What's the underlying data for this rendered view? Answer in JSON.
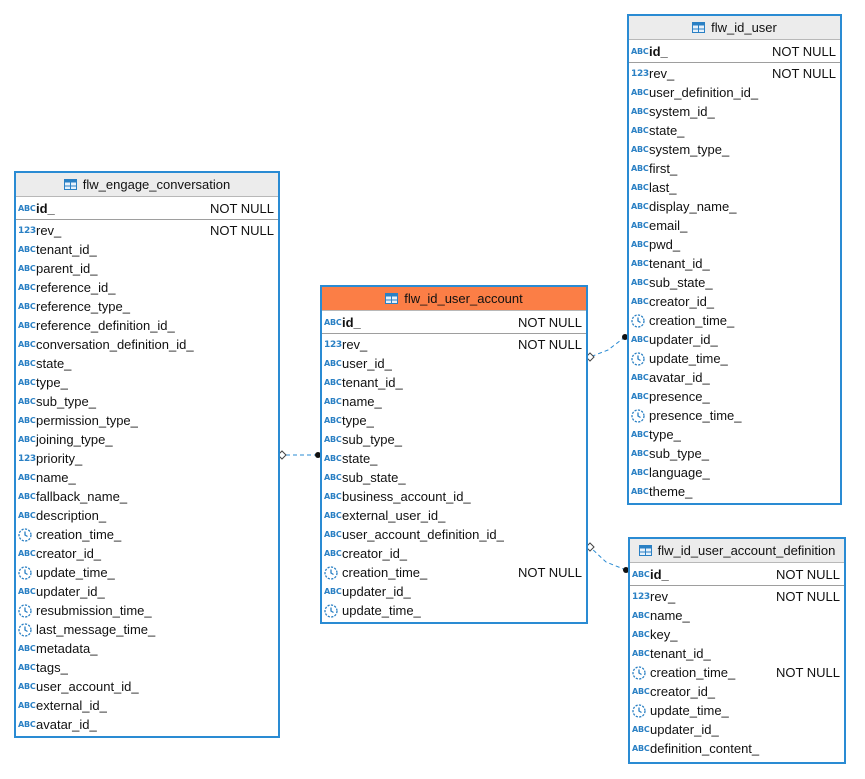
{
  "colors": {
    "border": "#2a8bd3",
    "header": "#ececec",
    "highlight": "#fb7e46",
    "icon": "#2a80c4"
  },
  "entities": [
    {
      "key": "conversation",
      "name": "flw_engage_conversation",
      "highlighted": false,
      "fields": [
        {
          "name": "id_",
          "type": "text",
          "pk": true,
          "constraint": "NOT NULL"
        },
        {
          "name": "rev_",
          "type": "number",
          "constraint": "NOT NULL"
        },
        {
          "name": "tenant_id_",
          "type": "text"
        },
        {
          "name": "parent_id_",
          "type": "text"
        },
        {
          "name": "reference_id_",
          "type": "text"
        },
        {
          "name": "reference_type_",
          "type": "text"
        },
        {
          "name": "reference_definition_id_",
          "type": "text"
        },
        {
          "name": "conversation_definition_id_",
          "type": "text"
        },
        {
          "name": "state_",
          "type": "text"
        },
        {
          "name": "type_",
          "type": "text"
        },
        {
          "name": "sub_type_",
          "type": "text"
        },
        {
          "name": "permission_type_",
          "type": "text"
        },
        {
          "name": "joining_type_",
          "type": "text"
        },
        {
          "name": "priority_",
          "type": "number"
        },
        {
          "name": "name_",
          "type": "text"
        },
        {
          "name": "fallback_name_",
          "type": "text"
        },
        {
          "name": "description_",
          "type": "text"
        },
        {
          "name": "creation_time_",
          "type": "time"
        },
        {
          "name": "creator_id_",
          "type": "text"
        },
        {
          "name": "update_time_",
          "type": "time"
        },
        {
          "name": "updater_id_",
          "type": "text"
        },
        {
          "name": "resubmission_time_",
          "type": "time"
        },
        {
          "name": "last_message_time_",
          "type": "time"
        },
        {
          "name": "metadata_",
          "type": "text"
        },
        {
          "name": "tags_",
          "type": "text"
        },
        {
          "name": "user_account_id_",
          "type": "text"
        },
        {
          "name": "external_id_",
          "type": "text"
        },
        {
          "name": "avatar_id_",
          "type": "text"
        }
      ]
    },
    {
      "key": "user_account",
      "name": "flw_id_user_account",
      "highlighted": true,
      "fields": [
        {
          "name": "id_",
          "type": "text",
          "pk": true,
          "constraint": "NOT NULL"
        },
        {
          "name": "rev_",
          "type": "number",
          "constraint": "NOT NULL"
        },
        {
          "name": "user_id_",
          "type": "text"
        },
        {
          "name": "tenant_id_",
          "type": "text"
        },
        {
          "name": "name_",
          "type": "text"
        },
        {
          "name": "type_",
          "type": "text"
        },
        {
          "name": "sub_type_",
          "type": "text"
        },
        {
          "name": "state_",
          "type": "text"
        },
        {
          "name": "sub_state_",
          "type": "text"
        },
        {
          "name": "business_account_id_",
          "type": "text"
        },
        {
          "name": "external_user_id_",
          "type": "text"
        },
        {
          "name": "user_account_definition_id_",
          "type": "text"
        },
        {
          "name": "creator_id_",
          "type": "text"
        },
        {
          "name": "creation_time_",
          "type": "time",
          "constraint": "NOT NULL"
        },
        {
          "name": "updater_id_",
          "type": "text"
        },
        {
          "name": "update_time_",
          "type": "time"
        }
      ]
    },
    {
      "key": "user",
      "name": "flw_id_user",
      "highlighted": false,
      "fields": [
        {
          "name": "id_",
          "type": "text",
          "pk": true,
          "constraint": "NOT NULL"
        },
        {
          "name": "rev_",
          "type": "number",
          "constraint": "NOT NULL"
        },
        {
          "name": "user_definition_id_",
          "type": "text"
        },
        {
          "name": "system_id_",
          "type": "text"
        },
        {
          "name": "state_",
          "type": "text"
        },
        {
          "name": "system_type_",
          "type": "text"
        },
        {
          "name": "first_",
          "type": "text"
        },
        {
          "name": "last_",
          "type": "text"
        },
        {
          "name": "display_name_",
          "type": "text"
        },
        {
          "name": "email_",
          "type": "text"
        },
        {
          "name": "pwd_",
          "type": "text"
        },
        {
          "name": "tenant_id_",
          "type": "text"
        },
        {
          "name": "sub_state_",
          "type": "text"
        },
        {
          "name": "creator_id_",
          "type": "text"
        },
        {
          "name": "creation_time_",
          "type": "time"
        },
        {
          "name": "updater_id_",
          "type": "text"
        },
        {
          "name": "update_time_",
          "type": "time"
        },
        {
          "name": "avatar_id_",
          "type": "text"
        },
        {
          "name": "presence_",
          "type": "text"
        },
        {
          "name": "presence_time_",
          "type": "time"
        },
        {
          "name": "type_",
          "type": "text"
        },
        {
          "name": "sub_type_",
          "type": "text"
        },
        {
          "name": "language_",
          "type": "text"
        },
        {
          "name": "theme_",
          "type": "text"
        }
      ]
    },
    {
      "key": "account_definition",
      "name": "flw_id_user_account_definition",
      "highlighted": false,
      "fields": [
        {
          "name": "id_",
          "type": "text",
          "pk": true,
          "constraint": "NOT NULL"
        },
        {
          "name": "rev_",
          "type": "number",
          "constraint": "NOT NULL"
        },
        {
          "name": "name_",
          "type": "text"
        },
        {
          "name": "key_",
          "type": "text"
        },
        {
          "name": "tenant_id_",
          "type": "text"
        },
        {
          "name": "creation_time_",
          "type": "time",
          "constraint": "NOT NULL"
        },
        {
          "name": "creator_id_",
          "type": "text"
        },
        {
          "name": "update_time_",
          "type": "time"
        },
        {
          "name": "updater_id_",
          "type": "text"
        },
        {
          "name": "definition_content_",
          "type": "text"
        }
      ]
    }
  ],
  "type_icons": {
    "text": "ABC",
    "number": "123",
    "time": "clock-icon"
  },
  "relationships": [
    {
      "from": "user_account",
      "to": "conversation"
    },
    {
      "from": "user",
      "to": "user_account"
    },
    {
      "from": "account_definition",
      "to": "user_account"
    }
  ]
}
